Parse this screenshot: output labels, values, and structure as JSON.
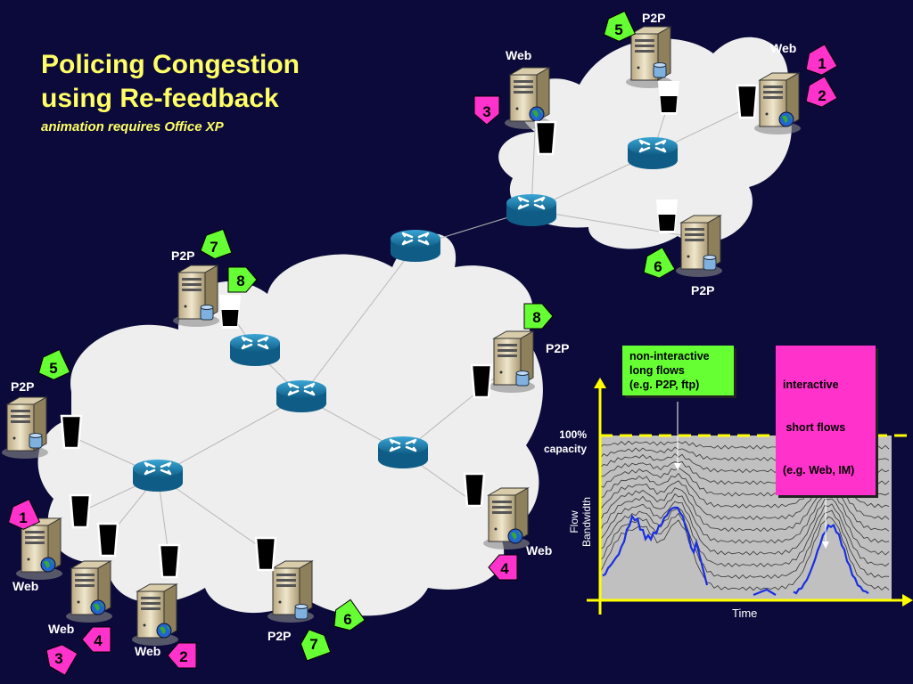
{
  "slide": {
    "title_line1": "Policing Congestion",
    "title_line2": "using Re-feedback",
    "subtitle": "animation requires Office XP"
  },
  "colors": {
    "background": "#0b0a3a",
    "title": "#ffff66",
    "cloud": "#efefef",
    "router": "#1a8fbf",
    "non_interactive_box": "#66ff33",
    "interactive_box": "#ff33cc",
    "capacity_line": "#ffff00",
    "highlight_flow": "#1a2fe0",
    "chart_fill": "#c0c0c0"
  },
  "server_labels": {
    "top_web_left": "Web",
    "top_p2p": "P2P",
    "top_web_right": "Web",
    "top_p2p_bottom": "P2P",
    "main_p2p_top": "P2P",
    "main_p2p_right": "P2P",
    "main_p2p_left": "P2P",
    "main_web_right": "Web",
    "main_web_left": "Web",
    "main_web_bottom1": "Web",
    "main_web_bottom2": "Web",
    "main_p2p_bottom": "P2P"
  },
  "badges": {
    "t1": "1",
    "t2": "2",
    "t3": "3",
    "t5": "5",
    "t6": "6",
    "m7a": "7",
    "m8a": "8",
    "m8b": "8",
    "m5": "5",
    "m1": "1",
    "m4a": "4",
    "m4b": "4",
    "m3": "3",
    "m2": "2",
    "m6": "6",
    "m7b": "7"
  },
  "legend": {
    "non_interactive": [
      "non-interactive",
      "long flows",
      "(e.g. P2P, ftp)"
    ],
    "interactive": [
      "interactive",
      " short flows",
      "(e.g. Web, IM)"
    ]
  },
  "chart_data": {
    "type": "area",
    "capacity_label": [
      "100%",
      "capacity"
    ],
    "ylabel": [
      "Flow",
      "Bandwidth"
    ],
    "xlabel": "Time",
    "grid": false,
    "annotations": [
      "non-interactive long flows (e.g. P2P, ftp)",
      "interactive short flows (e.g. Web, IM)"
    ]
  }
}
